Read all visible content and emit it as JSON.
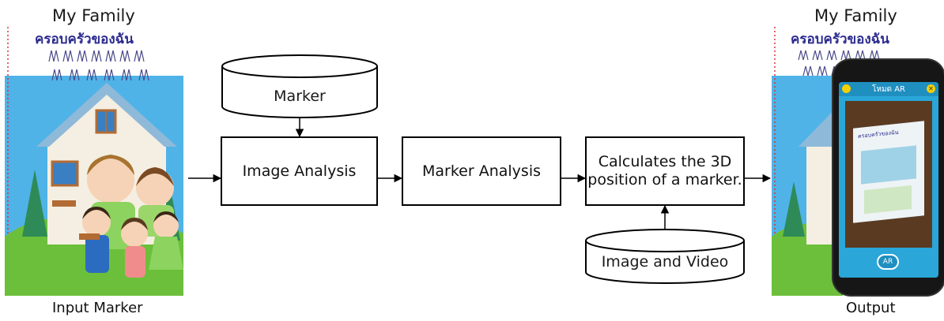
{
  "input_cover": {
    "title": "My Family",
    "thai_title": "ครอบครัวของฉัน",
    "caption": "Input Marker"
  },
  "output_cover": {
    "title": "My Family",
    "thai_title": "ครอบครัวของฉัน",
    "caption": "Output"
  },
  "phone": {
    "screen_title": "โหมด AR",
    "screen_card_title": "ครอบครัวของฉัน",
    "ar_button": "AR"
  },
  "flow": {
    "marker_db": "Marker",
    "image_analysis": "Image Analysis",
    "marker_analysis": "Marker Analysis",
    "calc_line1": "Calculates the 3D",
    "calc_line2": "position of a marker.",
    "media_db": "Image and Video"
  },
  "colors": {
    "sky": "#4fb3e8",
    "grass": "#6cbf3a",
    "house_wall": "#f4efe2",
    "roof": "#8fb9d9",
    "thai_text": "#2c2b8f",
    "phone_screen": "#2aa6d8"
  }
}
